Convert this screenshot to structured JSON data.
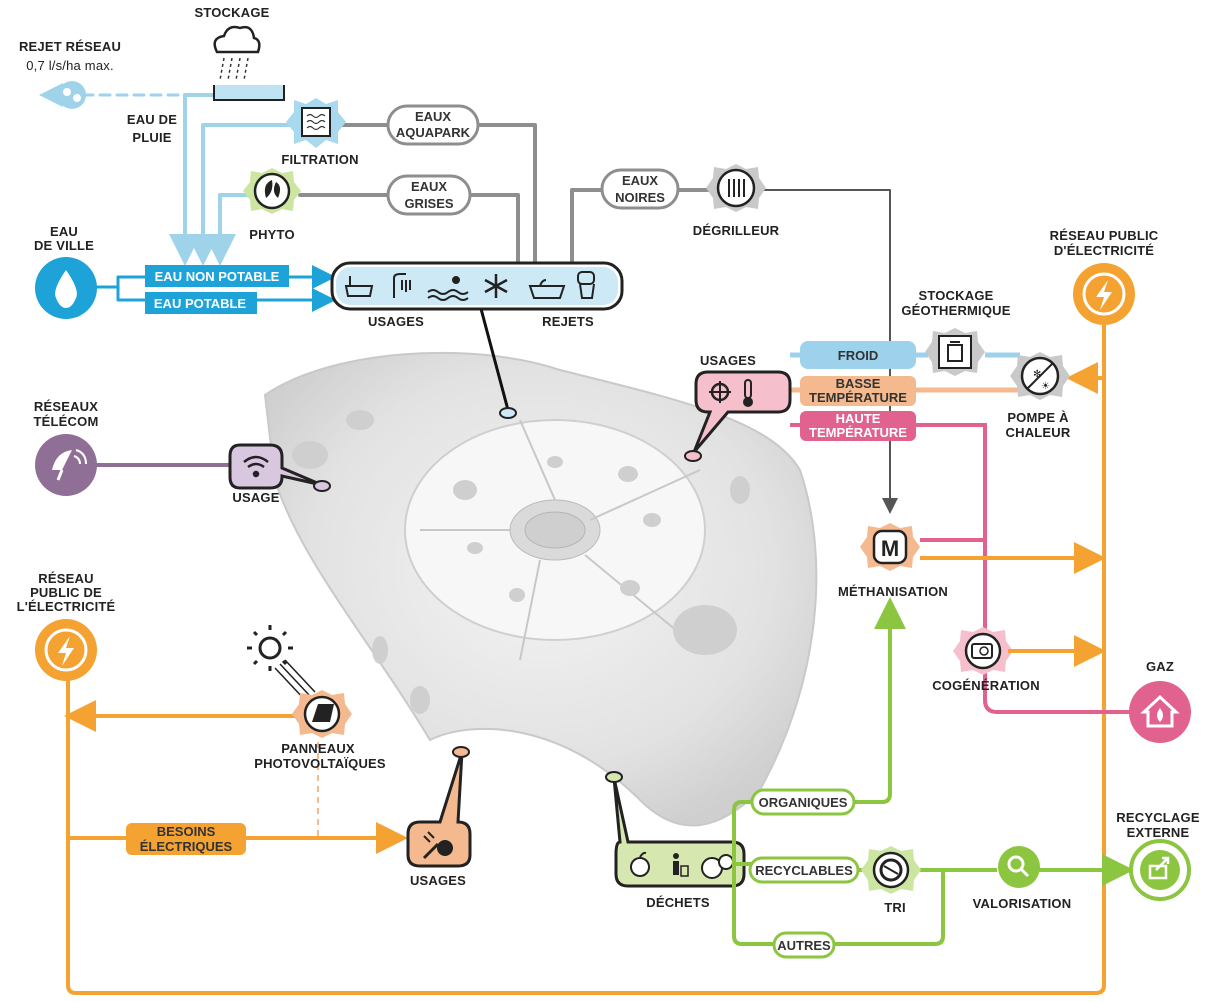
{
  "colors": {
    "water_light": "#9fd3ea",
    "water_blue": "#1ea3d9",
    "grey": "#8e8e8e",
    "dark": "#2b2b2b",
    "orange": "#f4a232",
    "green": "#8cc540",
    "pink": "#e1628f",
    "purple": "#8f6f96",
    "froid": "#9dd1ec",
    "basse": "#f4b98f",
    "haute": "#e1628f",
    "usage_pink": "#f5c0cb"
  },
  "water": {
    "stockage": "STOCKAGE",
    "rejet_l1": "REJET RÉSEAU",
    "rejet_l2": "0,7 l/s/ha max.",
    "eau_pluie_l1": "EAU DE",
    "eau_pluie_l2": "PLUIE",
    "filtration": "FILTRATION",
    "phyto": "PHYTO",
    "eau_ville_l1": "EAU",
    "eau_ville_l2": "DE VILLE",
    "eau_non_potable": "EAU NON POTABLE",
    "eau_potable": "EAU POTABLE",
    "eaux_aquapark_l1": "EAUX",
    "eaux_aquapark_l2": "AQUAPARK",
    "eaux_grises_l1": "EAUX",
    "eaux_grises_l2": "GRISES",
    "eaux_noires_l1": "EAUX",
    "eaux_noires_l2": "NOIRES",
    "degrilleur": "DÉGRILLEUR",
    "usages": "USAGES",
    "rejets": "REJETS"
  },
  "telecom": {
    "reseaux_l1": "RÉSEAUX",
    "reseaux_l2": "TÉLÉCOM",
    "usage": "USAGE"
  },
  "energy": {
    "reseau_right_l1": "RÉSEAU PUBLIC",
    "reseau_right_l2": "D'ÉLECTRICITÉ",
    "stockage_geo_l1": "STOCKAGE",
    "stockage_geo_l2": "GÉOTHERMIQUE",
    "usages_thermal": "USAGES",
    "froid": "FROID",
    "basse_l1": "BASSE",
    "basse_l2": "TEMPÉRATURE",
    "haute_l1": "HAUTE",
    "haute_l2": "TEMPÉRATURE",
    "pompe_l1": "POMPE À",
    "pompe_l2": "CHALEUR",
    "methanisation": "MÉTHANISATION",
    "cogeneration": "COGÉNÉRATION",
    "gaz": "GAZ",
    "reseau_left_l1": "RÉSEAU",
    "reseau_left_l2": "PUBLIC DE",
    "reseau_left_l3": "L'ÉLECTRICITÉ",
    "panneaux_l1": "PANNEAUX",
    "panneaux_l2": "PHOTOVOLTAÏQUES",
    "besoins_l1": "BESOINS",
    "besoins_l2": "ÉLECTRIQUES",
    "usages_elec": "USAGES"
  },
  "waste": {
    "dechets": "DÉCHETS",
    "organiques": "ORGANIQUES",
    "recyclables": "RECYCLABLES",
    "autres": "AUTRES",
    "tri": "TRI",
    "valorisation": "VALORISATION",
    "recyclage_l1": "RECYCLAGE",
    "recyclage_l2": "EXTERNE"
  },
  "icons": {
    "methanisation_letter": "M"
  }
}
